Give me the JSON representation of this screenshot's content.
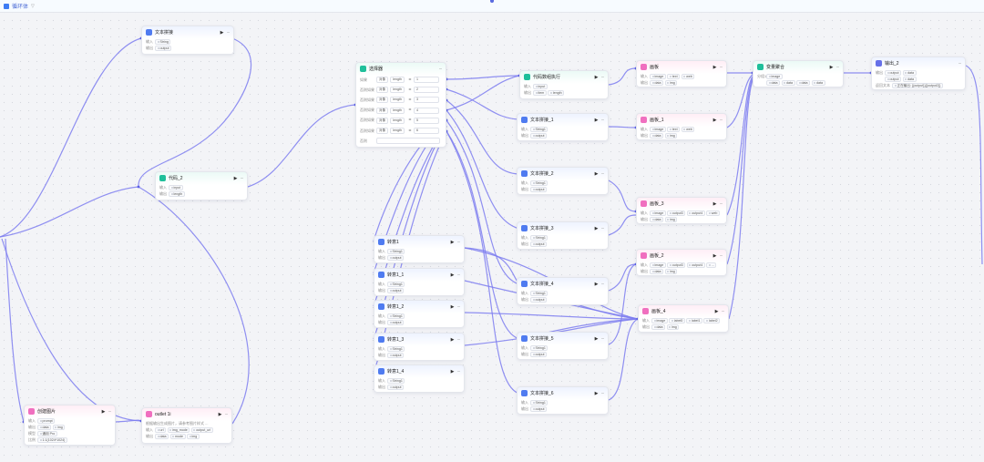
{
  "topbar": {
    "title": "循环体",
    "caret": "▽"
  },
  "nodes": {
    "textA": {
      "title": "文本拼接",
      "rows": [
        [
          "输入",
          [
            "String"
          ]
        ],
        [
          "输出",
          [
            "output"
          ]
        ]
      ]
    },
    "code2": {
      "title": "代码_2",
      "rows": [
        [
          "输入",
          [
            "input"
          ]
        ],
        [
          "输出",
          [
            "length"
          ]
        ]
      ]
    },
    "selector": {
      "title": "选择器",
      "conditions": [
        [
          "如果",
          "对象",
          "length",
          "=",
          "1"
        ],
        [
          "否则如果",
          "对象",
          "length",
          "=",
          "2"
        ],
        [
          "否则如果",
          "对象",
          "length",
          "=",
          "3"
        ],
        [
          "否则如果",
          "对象",
          "length",
          "=",
          "4"
        ],
        [
          "否则如果",
          "对象",
          "length",
          "=",
          "5"
        ],
        [
          "否则如果",
          "对象",
          "length",
          "=",
          "6"
        ]
      ],
      "else_label": "否则"
    },
    "codeExec": {
      "title": "代码数组执行",
      "rows": [
        [
          "输入",
          [
            "input"
          ]
        ],
        [
          "输出",
          [
            "item",
            "length"
          ]
        ]
      ]
    },
    "textS1": {
      "title": "文本拼接_1",
      "rows": [
        [
          "输入",
          [
            "String1"
          ]
        ],
        [
          "输出",
          [
            "output"
          ]
        ]
      ]
    },
    "textS2": {
      "title": "文本拼接_2",
      "rows": [
        [
          "输入",
          [
            "String1"
          ]
        ],
        [
          "输出",
          [
            "output"
          ]
        ]
      ]
    },
    "textS3": {
      "title": "文本拼接_3",
      "rows": [
        [
          "输入",
          [
            "String1"
          ]
        ],
        [
          "输出",
          [
            "output"
          ]
        ]
      ]
    },
    "textS4": {
      "title": "文本拼接_4",
      "rows": [
        [
          "输入",
          [
            "String1"
          ]
        ],
        [
          "输出",
          [
            "output"
          ]
        ]
      ]
    },
    "textS5": {
      "title": "文本拼接_5",
      "rows": [
        [
          "输入",
          [
            "String1"
          ]
        ],
        [
          "输出",
          [
            "output"
          ]
        ]
      ]
    },
    "textS6": {
      "title": "文本拼接_6",
      "rows": [
        [
          "输入",
          [
            "String1"
          ]
        ],
        [
          "输出",
          [
            "output"
          ]
        ]
      ]
    },
    "m1": {
      "title": "转意1",
      "rows": [
        [
          "输入",
          [
            "String1"
          ]
        ],
        [
          "输出",
          [
            "output"
          ]
        ]
      ]
    },
    "m11": {
      "title": "转意1_1",
      "rows": [
        [
          "输入",
          [
            "String1"
          ]
        ],
        [
          "输出",
          [
            "output"
          ]
        ]
      ]
    },
    "m12": {
      "title": "转意1_2",
      "rows": [
        [
          "输入",
          [
            "String1"
          ]
        ],
        [
          "输出",
          [
            "output"
          ]
        ]
      ]
    },
    "m13": {
      "title": "转意1_3",
      "rows": [
        [
          "输入",
          [
            "String1"
          ]
        ],
        [
          "输出",
          [
            "output"
          ]
        ]
      ]
    },
    "m14": {
      "title": "转意1_4",
      "rows": [
        [
          "输入",
          [
            "String1"
          ]
        ],
        [
          "输出",
          [
            "output"
          ]
        ]
      ]
    },
    "img": {
      "title": "画板",
      "rows": [
        [
          "输入",
          [
            "image",
            "text",
            "web"
          ]
        ],
        [
          "输出",
          [
            "data",
            "img"
          ]
        ]
      ]
    },
    "img1": {
      "title": "画板_1",
      "rows": [
        [
          "输入",
          [
            "image",
            "text",
            "web"
          ]
        ],
        [
          "输出",
          [
            "data",
            "img"
          ]
        ]
      ]
    },
    "img3": {
      "title": "画板_3",
      "rows": [
        [
          "输入",
          [
            "image",
            "output3",
            "output4",
            "web"
          ]
        ],
        [
          "输出",
          [
            "data",
            "img"
          ]
        ]
      ]
    },
    "img2": {
      "title": "画板_2",
      "rows": [
        [
          "输入",
          [
            "image",
            "output3",
            "output4",
            "..."
          ]
        ],
        [
          "输出",
          [
            "data",
            "img"
          ]
        ]
      ]
    },
    "img4": {
      "title": "画板_4",
      "rows": [
        [
          "输入",
          [
            "image",
            "label0",
            "label1",
            "label2"
          ]
        ],
        [
          "输出",
          [
            "data",
            "img"
          ]
        ]
      ]
    },
    "varAgg": {
      "title": "变量聚合",
      "rows": [
        [
          "分组1",
          [
            "image"
          ]
        ],
        [
          "",
          [
            "data",
            "data",
            "data",
            "data"
          ]
        ]
      ]
    },
    "out2": {
      "title": "输出_2",
      "rows": [
        [
          "输出",
          [
            "output",
            "data"
          ]
        ],
        [
          "",
          [
            "output",
            "data"
          ]
        ],
        [
          "返回文本",
          [
            "正在输出: {{output}}{{output2}}"
          ]
        ]
      ]
    },
    "gen": {
      "title": "创建图片",
      "rows": [
        [
          "输入",
          [
            "prompt"
          ]
        ],
        [
          "输出",
          [
            "data",
            "img"
          ]
        ],
        [
          "模型",
          [
            "通用 Pro"
          ]
        ],
        [
          "比例",
          [
            "1:1(1024*1024)"
          ]
        ]
      ]
    },
    "outlet": {
      "title": "outlet 1i",
      "rows": [
        [
          "",
          [
            "根据输出生成图片，请参考图片样式 ..."
          ]
        ],
        [
          "输入",
          [
            "url",
            "img_mode",
            "output_url"
          ]
        ],
        [
          "输出",
          [
            "data",
            "mode",
            "img"
          ]
        ]
      ]
    }
  },
  "ui": {
    "run_icon": "▶",
    "more_icon": "···"
  },
  "colors": {
    "edge": "#7c7cf0",
    "blue": "#4f7bf0",
    "pink": "#f06fbf",
    "green": "#1fbf9a"
  }
}
